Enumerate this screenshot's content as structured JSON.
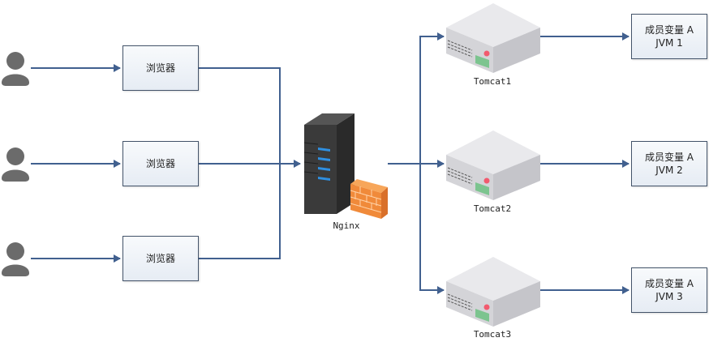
{
  "diagram": {
    "users": [
      {
        "id": "user-1",
        "icon": "person-icon"
      },
      {
        "id": "user-2",
        "icon": "person-icon"
      },
      {
        "id": "user-3",
        "icon": "person-icon"
      }
    ],
    "browsers": [
      {
        "label": "浏览器"
      },
      {
        "label": "浏览器"
      },
      {
        "label": "浏览器"
      }
    ],
    "proxy": {
      "label": "Nginx",
      "icon": "server-firewall-icon"
    },
    "tomcats": [
      {
        "label": "Tomcat1",
        "icon": "server-box-icon"
      },
      {
        "label": "Tomcat2",
        "icon": "server-box-icon"
      },
      {
        "label": "Tomcat3",
        "icon": "server-box-icon"
      }
    ],
    "jvms": [
      {
        "line1": "成员变量 A",
        "line2": "JVM 1"
      },
      {
        "line1": "成员变量 A",
        "line2": "JVM 2"
      },
      {
        "line1": "成员变量 A",
        "line2": "JVM 3"
      }
    ],
    "colors": {
      "connector": "#41608f",
      "user": "#6b6b6b",
      "box_border": "#44546a",
      "firewall": "#f08a3a",
      "led": "#f25a6e",
      "panel": "#7cc48f",
      "nginx_led": "#2f8fe0"
    }
  }
}
